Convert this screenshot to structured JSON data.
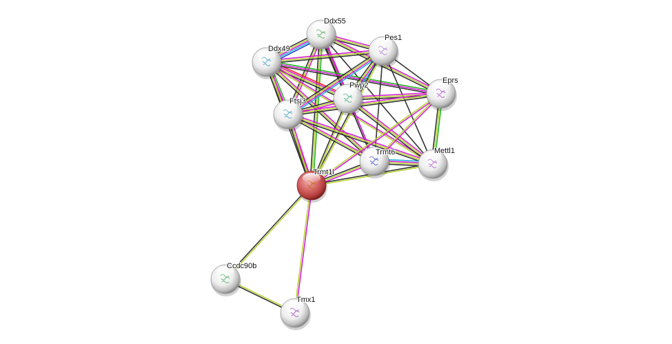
{
  "network": {
    "query_node": "Trmt1l",
    "edge_colors": {
      "experiments": "#d61fd6",
      "textmining": "#b8d434",
      "coexpression": "#333333",
      "databases": "#20b4d8",
      "neighborhood": "#22b622",
      "fusion": "#ee2222",
      "cooccurrence": "#2244cc"
    },
    "nodes": [
      {
        "id": "Ddx55",
        "label": "Ddx55",
        "query": false,
        "glyph": "#4caf50"
      },
      {
        "id": "Pes1",
        "label": "Pes1",
        "query": false,
        "glyph": "#b07cd8"
      },
      {
        "id": "Ddx49",
        "label": "Ddx49",
        "query": false,
        "glyph": "#3fa0c8"
      },
      {
        "id": "Eprs",
        "label": "Eprs",
        "query": false,
        "glyph": "#b04cd0"
      },
      {
        "id": "Pwp2",
        "label": "Pwp2",
        "query": false,
        "glyph": "#40b080"
      },
      {
        "id": "Ftsj3",
        "label": "Ftsj3",
        "query": false,
        "glyph": "#40a0c0"
      },
      {
        "id": "Trmt6",
        "label": "Trmt6",
        "query": false,
        "glyph": "#4050c0"
      },
      {
        "id": "Mettl1",
        "label": "Mettl1",
        "query": false,
        "glyph": "#b060d0"
      },
      {
        "id": "Trmt1l",
        "label": "Trmt1l",
        "query": true,
        "glyph": "#c07020"
      },
      {
        "id": "Ccdc90b",
        "label": "Ccdc90b",
        "query": false,
        "glyph": "#50b060"
      },
      {
        "id": "Tmx1",
        "label": "Tmx1",
        "query": false,
        "glyph": "#a050c0"
      }
    ],
    "edges": [
      {
        "a": "Ddx55",
        "b": "Ddx49",
        "types": [
          "cooccurrence",
          "databases",
          "experiments",
          "textmining",
          "coexpression"
        ]
      },
      {
        "a": "Ddx55",
        "b": "Pes1",
        "types": [
          "experiments",
          "textmining",
          "coexpression"
        ]
      },
      {
        "a": "Ddx55",
        "b": "Pwp2",
        "types": [
          "experiments",
          "textmining",
          "coexpression"
        ]
      },
      {
        "a": "Ddx55",
        "b": "Ftsj3",
        "types": [
          "experiments",
          "textmining",
          "coexpression"
        ]
      },
      {
        "a": "Ddx55",
        "b": "Eprs",
        "types": [
          "experiments",
          "textmining",
          "coexpression"
        ]
      },
      {
        "a": "Ddx55",
        "b": "Trmt1l",
        "types": [
          "neighborhood",
          "textmining",
          "coexpression"
        ]
      },
      {
        "a": "Ddx55",
        "b": "Trmt6",
        "types": [
          "experiments",
          "coexpression"
        ]
      },
      {
        "a": "Ddx55",
        "b": "Mettl1",
        "types": [
          "coexpression"
        ]
      },
      {
        "a": "Ddx49",
        "b": "Pes1",
        "types": [
          "experiments",
          "textmining",
          "coexpression"
        ]
      },
      {
        "a": "Ddx49",
        "b": "Pwp2",
        "types": [
          "fusion",
          "experiments",
          "textmining",
          "coexpression"
        ]
      },
      {
        "a": "Ddx49",
        "b": "Ftsj3",
        "types": [
          "neighborhood",
          "experiments",
          "textmining",
          "coexpression"
        ]
      },
      {
        "a": "Ddx49",
        "b": "Eprs",
        "types": [
          "neighborhood",
          "experiments",
          "coexpression"
        ]
      },
      {
        "a": "Ddx49",
        "b": "Trmt1l",
        "types": [
          "experiments",
          "textmining",
          "coexpression"
        ]
      },
      {
        "a": "Ddx49",
        "b": "Trmt6",
        "types": [
          "experiments",
          "textmining",
          "coexpression"
        ]
      },
      {
        "a": "Ddx49",
        "b": "Mettl1",
        "types": [
          "experiments",
          "textmining"
        ]
      },
      {
        "a": "Pes1",
        "b": "Pwp2",
        "types": [
          "databases",
          "experiments",
          "textmining",
          "coexpression"
        ]
      },
      {
        "a": "Pes1",
        "b": "Ftsj3",
        "types": [
          "databases",
          "experiments",
          "textmining",
          "coexpression"
        ]
      },
      {
        "a": "Pes1",
        "b": "Eprs",
        "types": [
          "coexpression"
        ]
      },
      {
        "a": "Pes1",
        "b": "Trmt1l",
        "types": [
          "textmining",
          "coexpression"
        ]
      },
      {
        "a": "Pes1",
        "b": "Trmt6",
        "types": [
          "coexpression"
        ]
      },
      {
        "a": "Pes1",
        "b": "Mettl1",
        "types": [
          "coexpression"
        ]
      },
      {
        "a": "Pwp2",
        "b": "Ftsj3",
        "types": [
          "experiments",
          "textmining",
          "coexpression"
        ]
      },
      {
        "a": "Pwp2",
        "b": "Eprs",
        "types": [
          "experiments",
          "textmining",
          "coexpression"
        ]
      },
      {
        "a": "Pwp2",
        "b": "Trmt1l",
        "types": [
          "textmining",
          "coexpression"
        ]
      },
      {
        "a": "Pwp2",
        "b": "Trmt6",
        "types": [
          "experiments",
          "coexpression"
        ]
      },
      {
        "a": "Pwp2",
        "b": "Mettl1",
        "types": [
          "experiments",
          "textmining",
          "coexpression"
        ]
      },
      {
        "a": "Ftsj3",
        "b": "Eprs",
        "types": [
          "experiments",
          "textmining",
          "coexpression"
        ]
      },
      {
        "a": "Ftsj3",
        "b": "Trmt1l",
        "types": [
          "experiments",
          "textmining",
          "coexpression"
        ]
      },
      {
        "a": "Ftsj3",
        "b": "Trmt6",
        "types": [
          "experiments",
          "textmining",
          "coexpression"
        ]
      },
      {
        "a": "Ftsj3",
        "b": "Mettl1",
        "types": [
          "experiments",
          "textmining",
          "coexpression"
        ]
      },
      {
        "a": "Eprs",
        "b": "Trmt1l",
        "types": [
          "experiments",
          "textmining"
        ]
      },
      {
        "a": "Eprs",
        "b": "Trmt6",
        "types": [
          "experiments",
          "textmining"
        ]
      },
      {
        "a": "Eprs",
        "b": "Mettl1",
        "types": [
          "neighborhood",
          "textmining",
          "coexpression"
        ]
      },
      {
        "a": "Trmt6",
        "b": "Mettl1",
        "types": [
          "databases",
          "experiments",
          "textmining",
          "coexpression"
        ]
      },
      {
        "a": "Trmt6",
        "b": "Trmt1l",
        "types": [
          "experiments",
          "textmining",
          "coexpression"
        ]
      },
      {
        "a": "Mettl1",
        "b": "Trmt1l",
        "types": [
          "textmining",
          "coexpression"
        ]
      },
      {
        "a": "Trmt1l",
        "b": "Ccdc90b",
        "types": [
          "textmining",
          "coexpression"
        ]
      },
      {
        "a": "Trmt1l",
        "b": "Tmx1",
        "types": [
          "experiments",
          "textmining"
        ]
      },
      {
        "a": "Ccdc90b",
        "b": "Tmx1",
        "types": [
          "textmining",
          "coexpression"
        ]
      }
    ]
  }
}
